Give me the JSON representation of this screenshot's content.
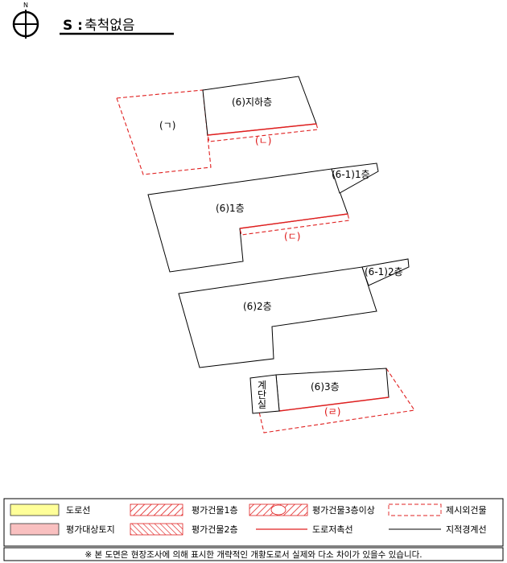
{
  "header": {
    "north_label": "N",
    "scale_s": "S :",
    "scale_text": "축척없음"
  },
  "drawing": {
    "block_basement": {
      "label": "(6)지하층",
      "left_area_label": "(ㄱ)",
      "road_label": "(ㄴ)"
    },
    "block_floor1": {
      "label": "(6)1층",
      "annex_label": "(6-1)1층",
      "road_label": "(ㄷ)"
    },
    "block_floor2": {
      "label": "(6)2층",
      "annex_label": "(6-1)2층"
    },
    "block_floor3": {
      "label": "(6)3층",
      "stair_label_1": "계",
      "stair_label_2": "단",
      "stair_label_3": "실",
      "road_label": "(ㄹ)"
    }
  },
  "legend": {
    "road": "도로선",
    "target_land": "평가대상토지",
    "bldg_floor1": "평가건물1층",
    "bldg_floor2": "평가건물2층",
    "bldg_floor3plus": "평가건물3층이상",
    "road_reserve_line": "도로저촉선",
    "excluded_bldg": "제시외건물",
    "cadastral_line": "지적경계선"
  },
  "footer": {
    "note": "※ 본 도면은 현장조사에 의해 표시한 개략적인 개황도로서 실제와 다소 차이가 있을수 있습니다."
  },
  "colors": {
    "road_fill": "#ffff99",
    "target_land_fill": "#f9c0c0",
    "hatch_red": "#e02020",
    "dashed_red": "#e02020"
  }
}
